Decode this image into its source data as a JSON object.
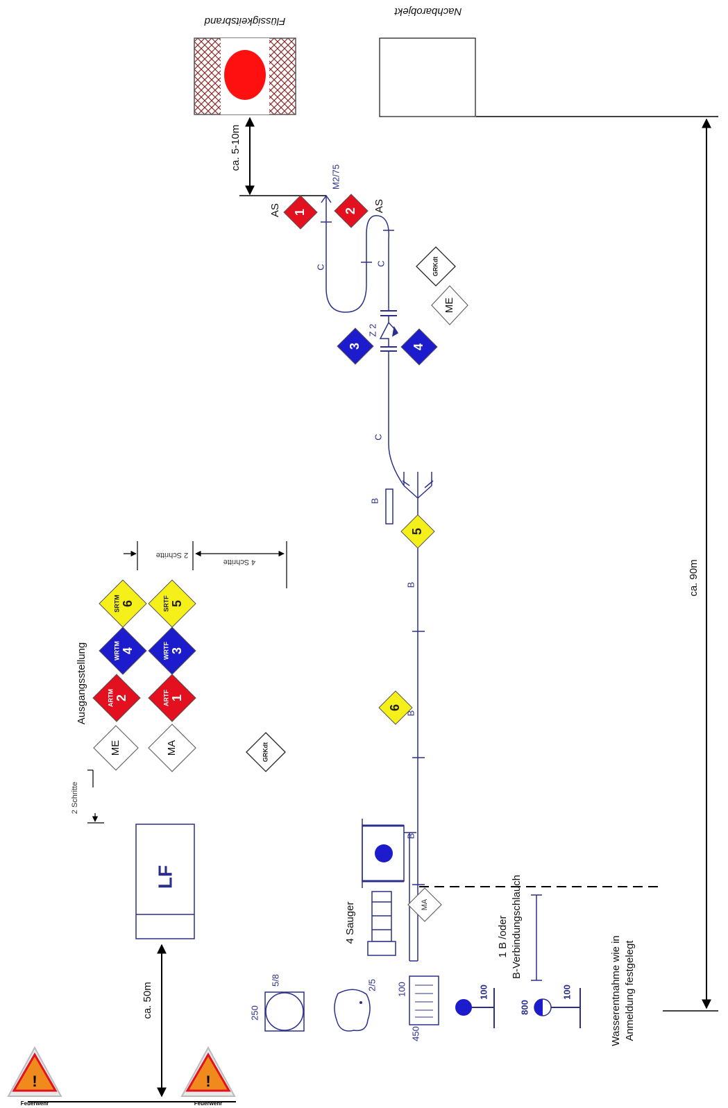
{
  "labels": {
    "fire": "Flüssigkeitsbrand",
    "neighbor": "Nachbarobjekt",
    "dist_5_10": "ca. 5-10m",
    "dist_90": "ca. 90m",
    "dist_50": "ca. 50m",
    "ausgangsstellung": "Ausgangsstellung",
    "zwei_schritte_top": "2 Schritte",
    "zwei_schritte": "2 Schritte",
    "vier_schritte": "4 Schritte",
    "sauger": "4 Sauger",
    "verbindung_1": "1 B /oder",
    "verbindung_2": "B-Verbindungschlauch",
    "wasser_1": "Wasserentnahme wie in",
    "wasser_2": "Anmeldung festgelegt",
    "lf": "LF",
    "feuerwehr": "Feuerwehr",
    "as": "AS",
    "m2": "M2/75",
    "z2": "Z 2",
    "hose_c": "C",
    "hose_b": "B"
  },
  "troops": {
    "n1": "1",
    "n2": "2",
    "n3": "3",
    "n4": "4",
    "n5": "5",
    "n6": "6"
  },
  "roles": {
    "artm": "ARTM",
    "artf": "ARTF",
    "wrtm": "WRTM",
    "wrtf": "WRTF",
    "srtm": "SRTM",
    "srtf": "SRTF",
    "me": "ME",
    "ma": "MA",
    "grkdt": "GRKdt"
  },
  "water_sources": {
    "hydrant_250": "250",
    "hydrant_58": "5/8",
    "pond": "2/5",
    "tank_100": "100",
    "tank_450": "450",
    "pillar_100_a": "100",
    "pillar_100_b": "100",
    "pillar_800": "800"
  },
  "colors": {
    "red": "#e3101f",
    "blue": "#1c1ccc",
    "yellow": "#f5ef1a",
    "hose": "#2b2f8c",
    "hatch": "#8a2a2a"
  }
}
